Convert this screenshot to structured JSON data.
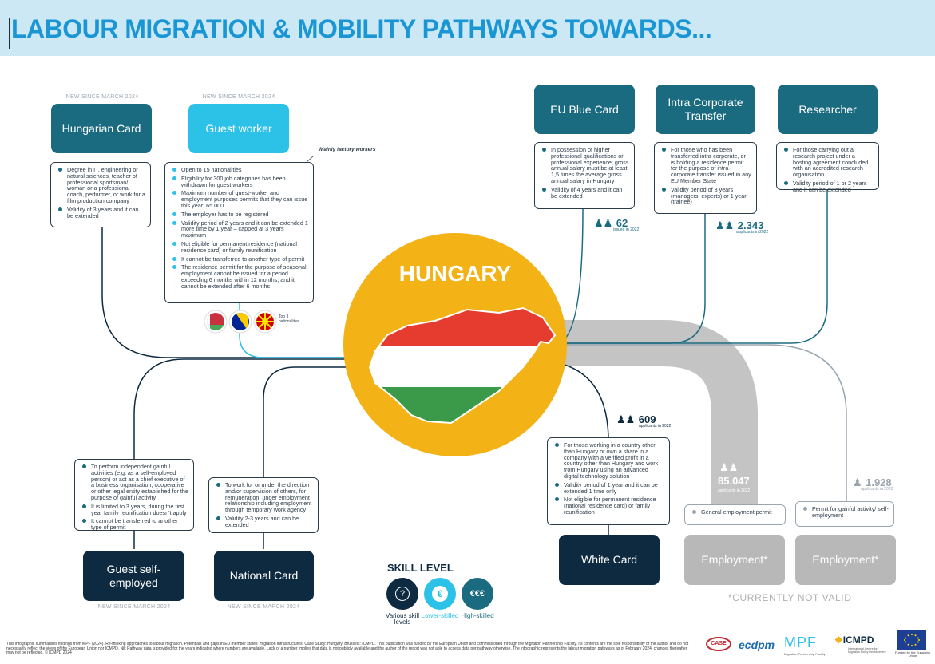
{
  "header": {
    "title": "LABOUR MIGRATION & MOBILITY PATHWAYS TOWARDS..."
  },
  "center": {
    "country": "HUNGARY"
  },
  "colors": {
    "dark": "#0d2a40",
    "teal": "#1b6b80",
    "cyan": "#2cc1e6",
    "grey": "#b8b8b8",
    "yellow": "#f3b216",
    "header_bg": "#cce8f4",
    "title_blue": "#1a96d4"
  },
  "new_since_label": "NEW SINCE MARCH 2024",
  "pathways": {
    "hungarian_card": {
      "title": "Hungarian Card",
      "bullets": [
        "Degree in IT, engineering or natural sciences, teacher of professional sportsman/ woman or a professional coach, performer, or work for a film production company",
        "Validity of 3 years and it can be extended"
      ]
    },
    "guest_worker": {
      "title": "Guest worker",
      "note": "Mainly factory workers",
      "bullets": [
        "Open to 15 nationalities",
        "Eligibility for 300 job categories has been withdrawn for guest workers",
        "Maximum number of guest-worker and employment purposes permits that they can issue this year: 65.000",
        "The employer has to be registered",
        "Validity period of 2 years and it can be extended 1 more time by 1 year – capped at 3 years maximum",
        "Not eligible for permanent residence (national residence card) or family reunification",
        "It cannot be transferred to another type of permit",
        "The residence permit for the purpose of seasonal employment cannot be issued for a period exceeding 6 months within 12 months, and it cannot be extended after 6 months"
      ],
      "top_nationalities_label": "Top 3 nationalities",
      "flags": [
        "belarus-flag",
        "bosnia-flag",
        "north-macedonia-flag"
      ]
    },
    "eu_blue_card": {
      "title": "EU Blue Card",
      "bullets": [
        "In possession of higher professional qualifications or professional experience; gross annual salary must be at least 1,5 times the average gross annual salary in Hungary",
        "Validity of 4 years and it can be extended"
      ],
      "stat_value": "62",
      "stat_label": "issued in 2022"
    },
    "intra_corporate": {
      "title": "Intra Corporate Transfer",
      "bullets": [
        "For those who has been transferred intra-corporate, or is holding a residence permit for the purpose of intra-corporate transfer issued in any EU Member State",
        "Validity period of 3 years (managers, experts) or 1 year (trainee)"
      ],
      "stat_value": "2.343",
      "stat_label": "applicants in 2022"
    },
    "researcher": {
      "title": "Researcher",
      "bullets": [
        "For those carrying out a research project under a hosting agreement concluded with an accredited research organisation",
        "Validity period of 1 or 2 years and it can be extended"
      ]
    },
    "guest_self_employed": {
      "title": "Guest self-employed",
      "bullets": [
        "To perform independent gainful activities (e.g. as a self-employed person) or act as a chief executive of a business organisation, cooperative or other legal entity established for the purpose of gainful activity",
        "It is limited to 3 years, during the first year family reunification doesn't apply",
        "It cannot be transferred to another type of permit"
      ]
    },
    "national_card": {
      "title": "National Card",
      "bullets": [
        "To work for or under the direction and/or supervision of others, for remuneration, under employment relationship including employment through temporary work agency",
        "Validity 2-3 years and can be extended"
      ]
    },
    "white_card": {
      "title": "White Card",
      "bullets": [
        "For those working in a country other than Hungary or own a share in a company with a verified profit in a country other than Hungary and work from Hungary using an advanced digital technology solution",
        "Validity period of 1 year and it can be extended 1 time only",
        "Not eligible for permanent residence (national residence card) or family reunification"
      ],
      "stat_value": "609",
      "stat_label": "applicants in 2022"
    },
    "employment_1": {
      "title": "Employment*",
      "bullets": [
        "General employment permit"
      ],
      "stat_value": "85.047",
      "stat_label": "applicants in 2022"
    },
    "employment_2": {
      "title": "Employment*",
      "bullets": [
        "Permit for gainful activity/ self-employment"
      ],
      "stat_value": "1.928",
      "stat_label": "applicants in 2022"
    }
  },
  "skill_level": {
    "title": "SKILL LEVEL",
    "items": [
      {
        "label": "Various skill levels",
        "icon": "question-icon",
        "color": "#0d2a40"
      },
      {
        "label": "Lower-skilled",
        "icon": "euro-icon",
        "color": "#2cc1e6"
      },
      {
        "label": "High-skilled",
        "icon": "multi-euro-icon",
        "color": "#1b6b80"
      }
    ]
  },
  "not_valid_note": "*CURRENTLY NOT VALID",
  "footer": {
    "text": "This infographic summarises findings from MPF (2024). Re-thinking approaches to labour migration. Potentials and gaps in EU member states' migration infrastructures. Case Study: Hungary, Brussels: ICMPD. This publication was funded by the European Union and commissioned through the Migration Partnership Facility. Its contents are the sole responsibility of the author and do not necessarily reflect the views of the European Union nor ICMPD. Nil: Pathway data is provided for the years indicated where numbers are available. Lack of a number implies that data is not publicly available and the author of the report was not able to access data per pathway otherwise. The infographic represents the labour migration pathways as of February 2024, changes thereafter may not be reflected. © ICMPD 2024",
    "logos": [
      "CASE",
      "ecdpm",
      "MPF",
      "ICMPD"
    ],
    "mpf_sub": "Migration Partnership Facility",
    "icmpd_sub": "International Centre for Migration Policy Development",
    "eu_label": "Funded by the European Union"
  }
}
